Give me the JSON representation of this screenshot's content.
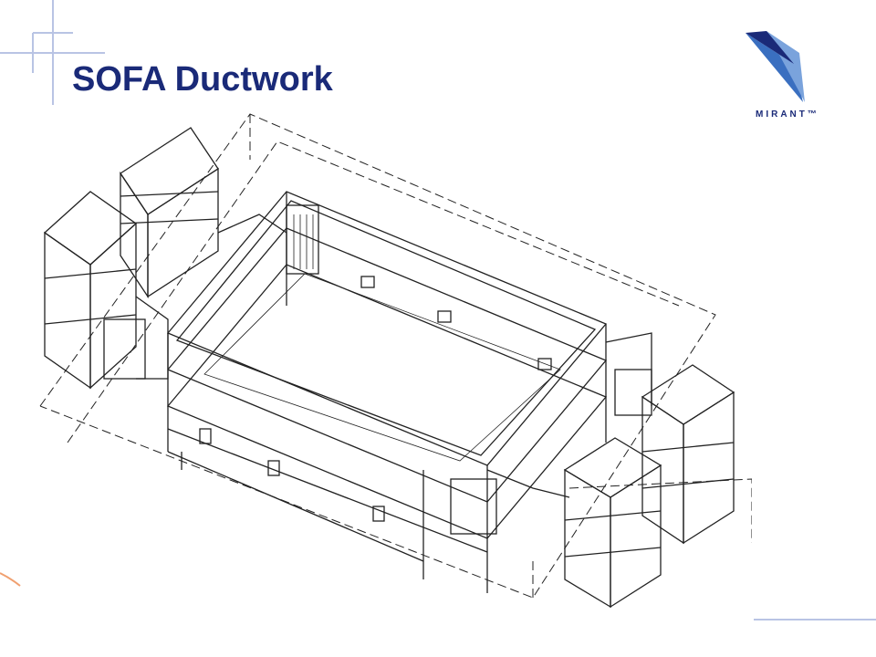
{
  "slide": {
    "title": "SOFA Ductwork"
  },
  "logo": {
    "company": "MIRANT",
    "trademark": "™",
    "brand_color": "#3a6fc0",
    "text_color": "#1a2a78"
  },
  "figure": {
    "subject": "isometric line drawing of ductwork around a rectangular frame"
  },
  "colors": {
    "title": "#1a2a78",
    "decor_lines": "#b9c4e4",
    "drawing_lines": "#222222"
  }
}
